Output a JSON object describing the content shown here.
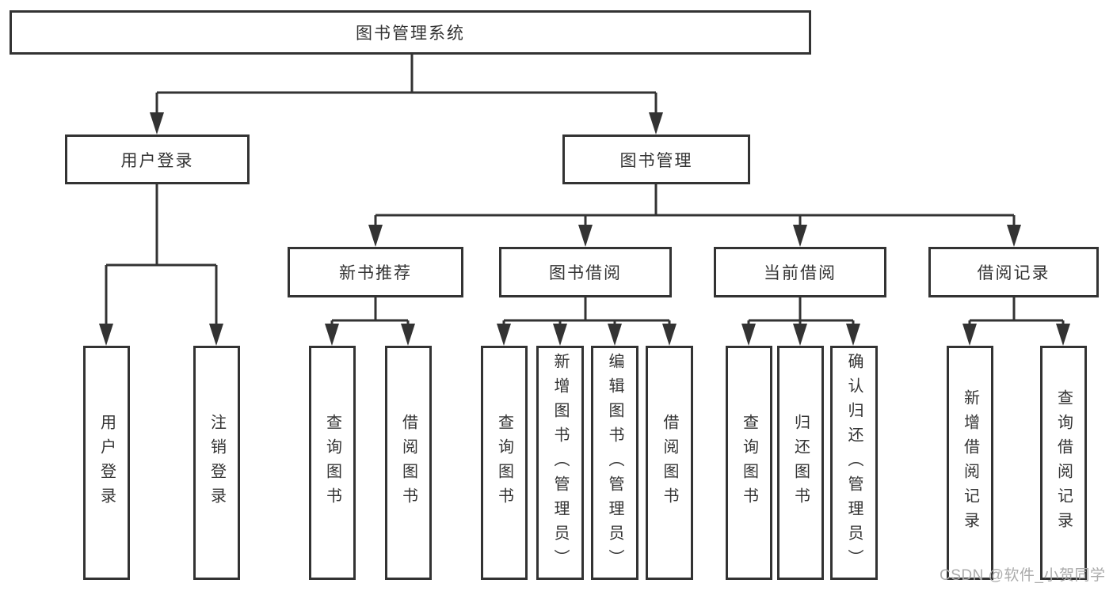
{
  "diagram": {
    "root": "图书管理系统",
    "branches": {
      "user_login": {
        "label": "用户登录",
        "children": [
          "用户登录",
          "注销登录"
        ]
      },
      "book_management": {
        "label": "图书管理",
        "modules": [
          {
            "label": "新书推荐",
            "children": [
              "查询图书",
              "借阅图书"
            ]
          },
          {
            "label": "图书借阅",
            "children": [
              "查询图书",
              "新增图书（管理员）",
              "编辑图书（管理员）",
              "借阅图书"
            ]
          },
          {
            "label": "当前借阅",
            "children": [
              "查询图书",
              "归还图书",
              "确认归还（管理员）"
            ]
          },
          {
            "label": "借阅记录",
            "children": [
              "新增借阅记录",
              "查询借阅记录"
            ]
          }
        ]
      }
    }
  },
  "watermark": "CSDN @软件_小贺同学",
  "colors": {
    "line": "#333333",
    "text": "#333333",
    "watermark": "#ababab",
    "background": "#ffffff"
  }
}
